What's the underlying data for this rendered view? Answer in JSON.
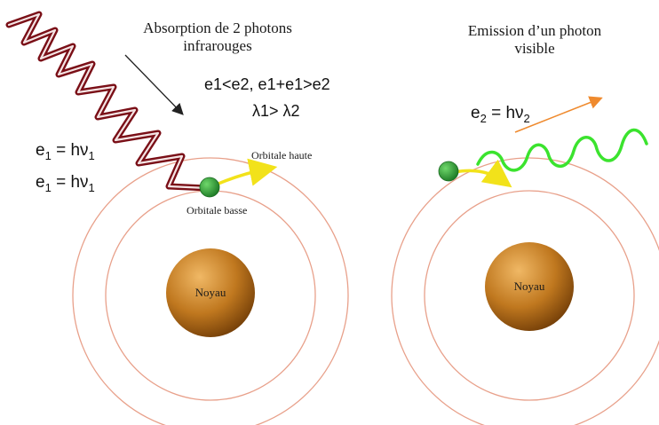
{
  "absorption": {
    "title_line1": "Absorption de 2 photons",
    "title_line2": "infrarouges",
    "condition1": "e1<e2, e1+e1>e2",
    "condition2": "λ1> λ2",
    "energy_a": {
      "e": "e",
      "sub": "1",
      "eq": " = hν",
      "nu_sub": "1"
    },
    "energy_b": {
      "e": "e",
      "sub": "1",
      "eq": " = hν",
      "nu_sub": "1"
    },
    "orbital_high": "Orbitale haute",
    "orbital_low": "Orbitale basse",
    "nucleus": "Noyau",
    "wave_color": "#7a0f17",
    "wave_inner_color": "#f4e4e4"
  },
  "emission": {
    "title_line1": "Emission d’un photon",
    "title_line2": "visible",
    "energy": {
      "e": "e",
      "sub": "2",
      "eq": " = hν",
      "nu_sub": "2"
    },
    "nucleus": "Noyau",
    "wave_color": "#3be32e"
  },
  "colors": {
    "orbit": "#e8a08a",
    "electron": "#2ea83a",
    "electron_path": "#f2e21a",
    "nucleus_dark": "#7a4308",
    "nucleus_light": "#e6a84c",
    "arrow_dark": "#222222",
    "arrow_orange": "#ef8a2e"
  }
}
